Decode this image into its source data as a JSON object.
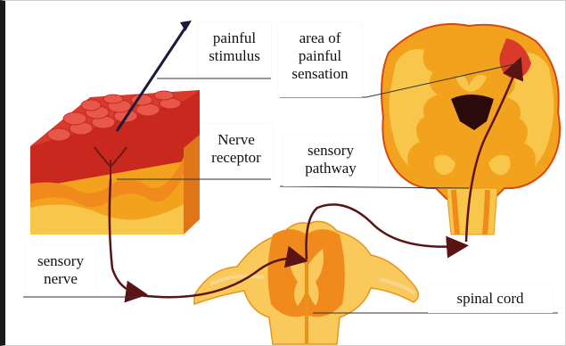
{
  "labels": {
    "painful_stimulus": [
      "painful",
      "stimulus"
    ],
    "area_of_painful_sensation": [
      "area of",
      "painful",
      "sensation"
    ],
    "nerve_receptor": [
      "Nerve",
      "receptor"
    ],
    "sensory_pathway": [
      "sensory",
      "pathway"
    ],
    "sensory_nerve": [
      "sensory",
      "nerve"
    ],
    "spinal_cord": [
      "spinal cord"
    ]
  },
  "colors": {
    "skin_top": "#d93a2b",
    "skin_red": "#c8281e",
    "tissue_orange": "#f08a1c",
    "tissue_yellow": "#f7c64a",
    "brain_gray": "#f2a21c",
    "spinal_white": "#f9c95c",
    "nerve_path": "#5a1414",
    "needle": "#1a1a3a"
  }
}
